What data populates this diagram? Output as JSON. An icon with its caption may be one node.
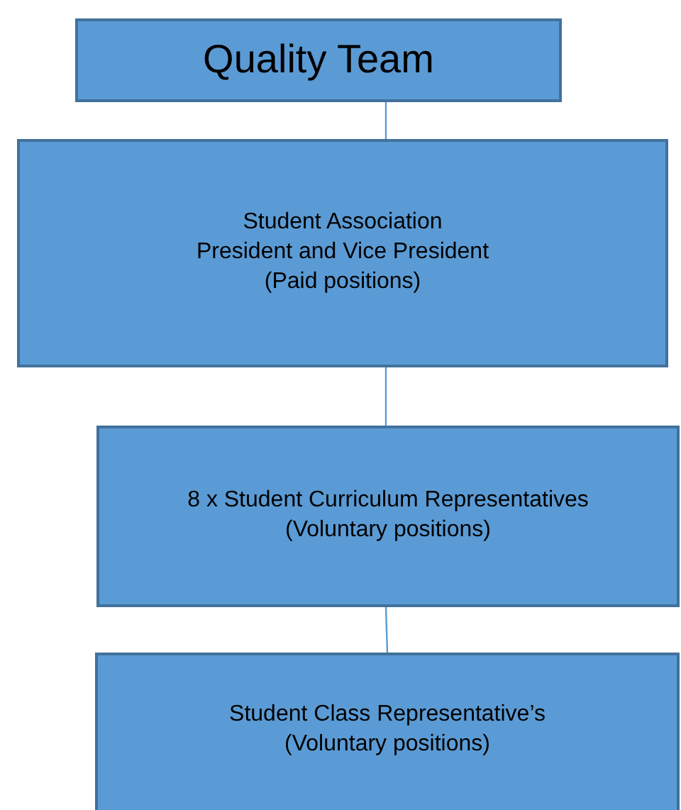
{
  "diagram": {
    "nodes": [
      {
        "text": [
          "Quality Team"
        ]
      },
      {
        "text": [
          "Student Association",
          "President and Vice President",
          "(Paid positions)"
        ]
      },
      {
        "text": [
          "8 x Student Curriculum Representatives",
          "(Voluntary positions)"
        ]
      },
      {
        "text": [
          "Student Class Representative’s",
          "(Voluntary positions)"
        ]
      }
    ],
    "edges": [
      {
        "from": 0,
        "to": 1,
        "arrow": "none"
      },
      {
        "from": 1,
        "to": 2,
        "arrow": "none"
      },
      {
        "from": 2,
        "to": 3,
        "arrow": "none"
      }
    ]
  }
}
